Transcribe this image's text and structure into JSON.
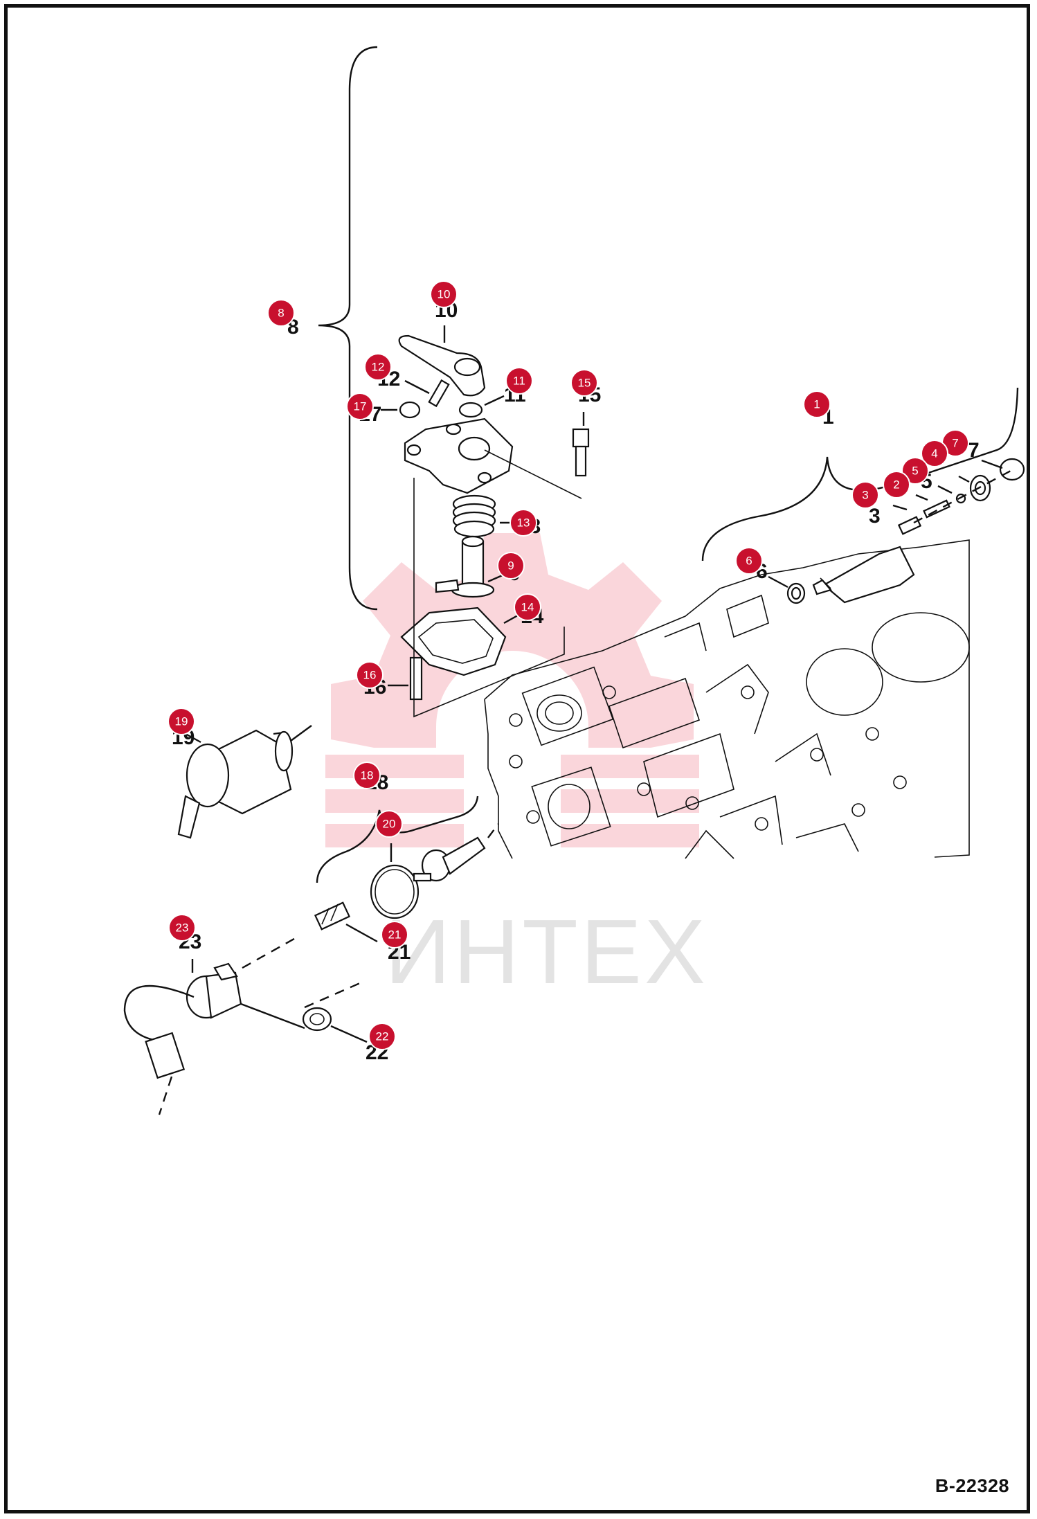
{
  "document_number": "B-22328",
  "watermark": {
    "text": "ИНТЕХ",
    "logo": "gear-logo-watermark"
  },
  "callouts": [
    {
      "id": 1,
      "printed": "1"
    },
    {
      "id": 2,
      "printed": "2"
    },
    {
      "id": 3,
      "printed": "3"
    },
    {
      "id": 4,
      "printed": "4"
    },
    {
      "id": 5,
      "printed": "5"
    },
    {
      "id": 6,
      "printed": "6"
    },
    {
      "id": 7,
      "printed": "7"
    },
    {
      "id": 8,
      "printed": "8"
    },
    {
      "id": 9,
      "printed": "9"
    },
    {
      "id": 10,
      "printed": "10"
    },
    {
      "id": 11,
      "printed": "11"
    },
    {
      "id": 12,
      "printed": "12"
    },
    {
      "id": 13,
      "printed": "13"
    },
    {
      "id": 14,
      "printed": "14"
    },
    {
      "id": 15,
      "printed": "15"
    },
    {
      "id": 16,
      "printed": "16"
    },
    {
      "id": 17,
      "printed": "17"
    },
    {
      "id": 18,
      "printed": "18"
    },
    {
      "id": 19,
      "printed": "19"
    },
    {
      "id": 20,
      "printed": "20"
    },
    {
      "id": 21,
      "printed": "21"
    },
    {
      "id": 22,
      "printed": "22"
    },
    {
      "id": 23,
      "printed": "23"
    }
  ],
  "colors": {
    "badge": "#c8102e",
    "line": "#111111",
    "watermark": "#f2a0a8"
  }
}
